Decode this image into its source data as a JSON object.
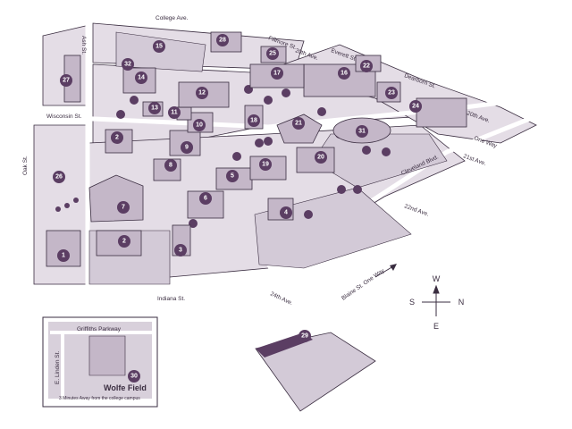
{
  "map": {
    "streets": [
      {
        "id": "college-ave",
        "label": "College Ave."
      },
      {
        "id": "fillmore-st",
        "label": "Fillmore St."
      },
      {
        "id": "20th-ave",
        "label": "20th Ave."
      },
      {
        "id": "everett-st",
        "label": "Everett St."
      },
      {
        "id": "dearborn-st",
        "label": "Dearborn St."
      },
      {
        "id": "20th-ave-2",
        "label": "20th Ave."
      },
      {
        "id": "one-way",
        "label": "One Way"
      },
      {
        "id": "21st-ave",
        "label": "21st Ave."
      },
      {
        "id": "cleveland-blvd",
        "label": "Cleveland Blvd."
      },
      {
        "id": "22nd-ave",
        "label": "22nd Ave."
      },
      {
        "id": "ash-st",
        "label": "Ash St."
      },
      {
        "id": "wisconsin-st",
        "label": "Wisconsin St."
      },
      {
        "id": "oak-st",
        "label": "Oak St."
      },
      {
        "id": "indiana-st",
        "label": "Indiana St."
      },
      {
        "id": "24th-ave",
        "label": "24th Ave."
      },
      {
        "id": "blaine-st",
        "label": "Blaine St. One Way"
      }
    ],
    "buildings": [
      "1",
      "2",
      "2",
      "3",
      "4",
      "5",
      "6",
      "7",
      "8",
      "9",
      "10",
      "11",
      "12",
      "13",
      "14",
      "15",
      "16",
      "17",
      "18",
      "19",
      "20",
      "21",
      "22",
      "23",
      "24",
      "25",
      "26",
      "27",
      "28",
      "29",
      "30",
      "31",
      "32"
    ],
    "compass": {
      "n": "N",
      "s": "S",
      "e": "E",
      "w": "W"
    },
    "inset": {
      "street_top": "Griffiths Parkway",
      "street_side": "E. Linden St.",
      "badge": "30",
      "title": "Wolfe Field",
      "note": "3 Minutes Away from the college campus"
    },
    "colors": {
      "ink": "#3a2d40",
      "fill": "#d8d0db",
      "dark": "#5b3e63",
      "mid": "#b6a6bb",
      "light": "#efeaf0"
    }
  }
}
